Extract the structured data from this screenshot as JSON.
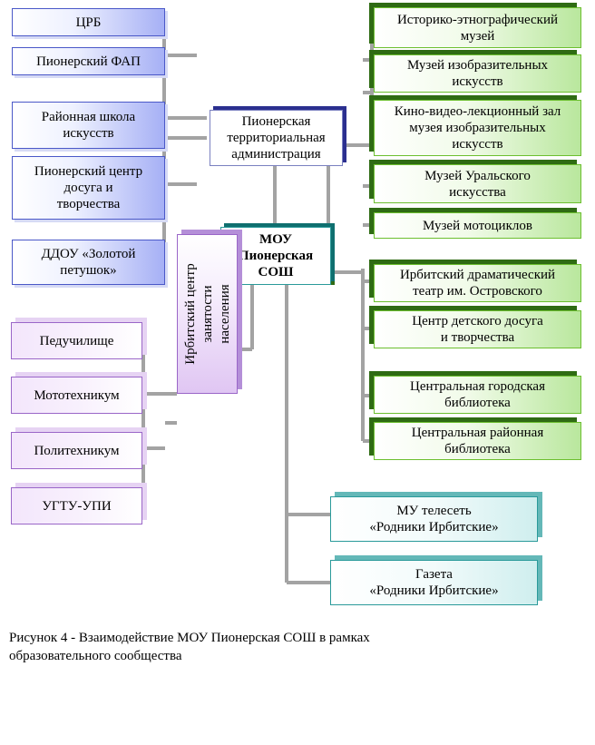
{
  "left_orgs": [
    {
      "label": "ЦРБ"
    },
    {
      "label": "Пионерский ФАП"
    },
    {
      "label": "Районная школа\nискусств"
    },
    {
      "label": "Пионерский центр\nдосуга и\nтворчества"
    },
    {
      "label": "ДДОУ «Золотой\nпетушок»"
    }
  ],
  "admin": {
    "label": "Пионерская\nтерриториальная\nадминистрация"
  },
  "school": {
    "label": "МОУ\nПионерская\nСОШ"
  },
  "employment_center": {
    "label": "Ирбитский центр\nзанятости\nнаселения"
  },
  "education_orgs": [
    {
      "label": "Педучилище"
    },
    {
      "label": "Мототехникум"
    },
    {
      "label": "Политехникум"
    },
    {
      "label": "УГТУ-УПИ"
    }
  ],
  "museums": [
    {
      "label": "Историко-этнографический\nмузей"
    },
    {
      "label": "Музей изобразительных\nискусств"
    },
    {
      "label": "Кино-видео-лекционный зал\nмузея изобразительных\nискусств"
    },
    {
      "label": "Музей Уральского\nискусства"
    },
    {
      "label": "Музей мотоциклов"
    }
  ],
  "culture_orgs": [
    {
      "label": "Ирбитский драматический\nтеатр им. Островского"
    },
    {
      "label": "Центр детского досуга\nи  творчества"
    },
    {
      "label": "Центральная городская\nбиблиотека"
    },
    {
      "label": "Центральная районная\nбиблиотека"
    }
  ],
  "media": [
    {
      "label": "МУ телесеть\n«Родники Ирбитские»"
    },
    {
      "label": "Газета\n«Родники Ирбитские»"
    }
  ],
  "caption": "Рисунок 4 - Взаимодействие МОУ Пионерская СОШ в рамках\nобразовательного сообщества",
  "colors": {
    "left_orgs": "#a6b0f5",
    "museums_culture": "#b9e79d",
    "education": "#e6d3f3",
    "media": "#cfeeee",
    "lines": "#a3a3a3"
  }
}
